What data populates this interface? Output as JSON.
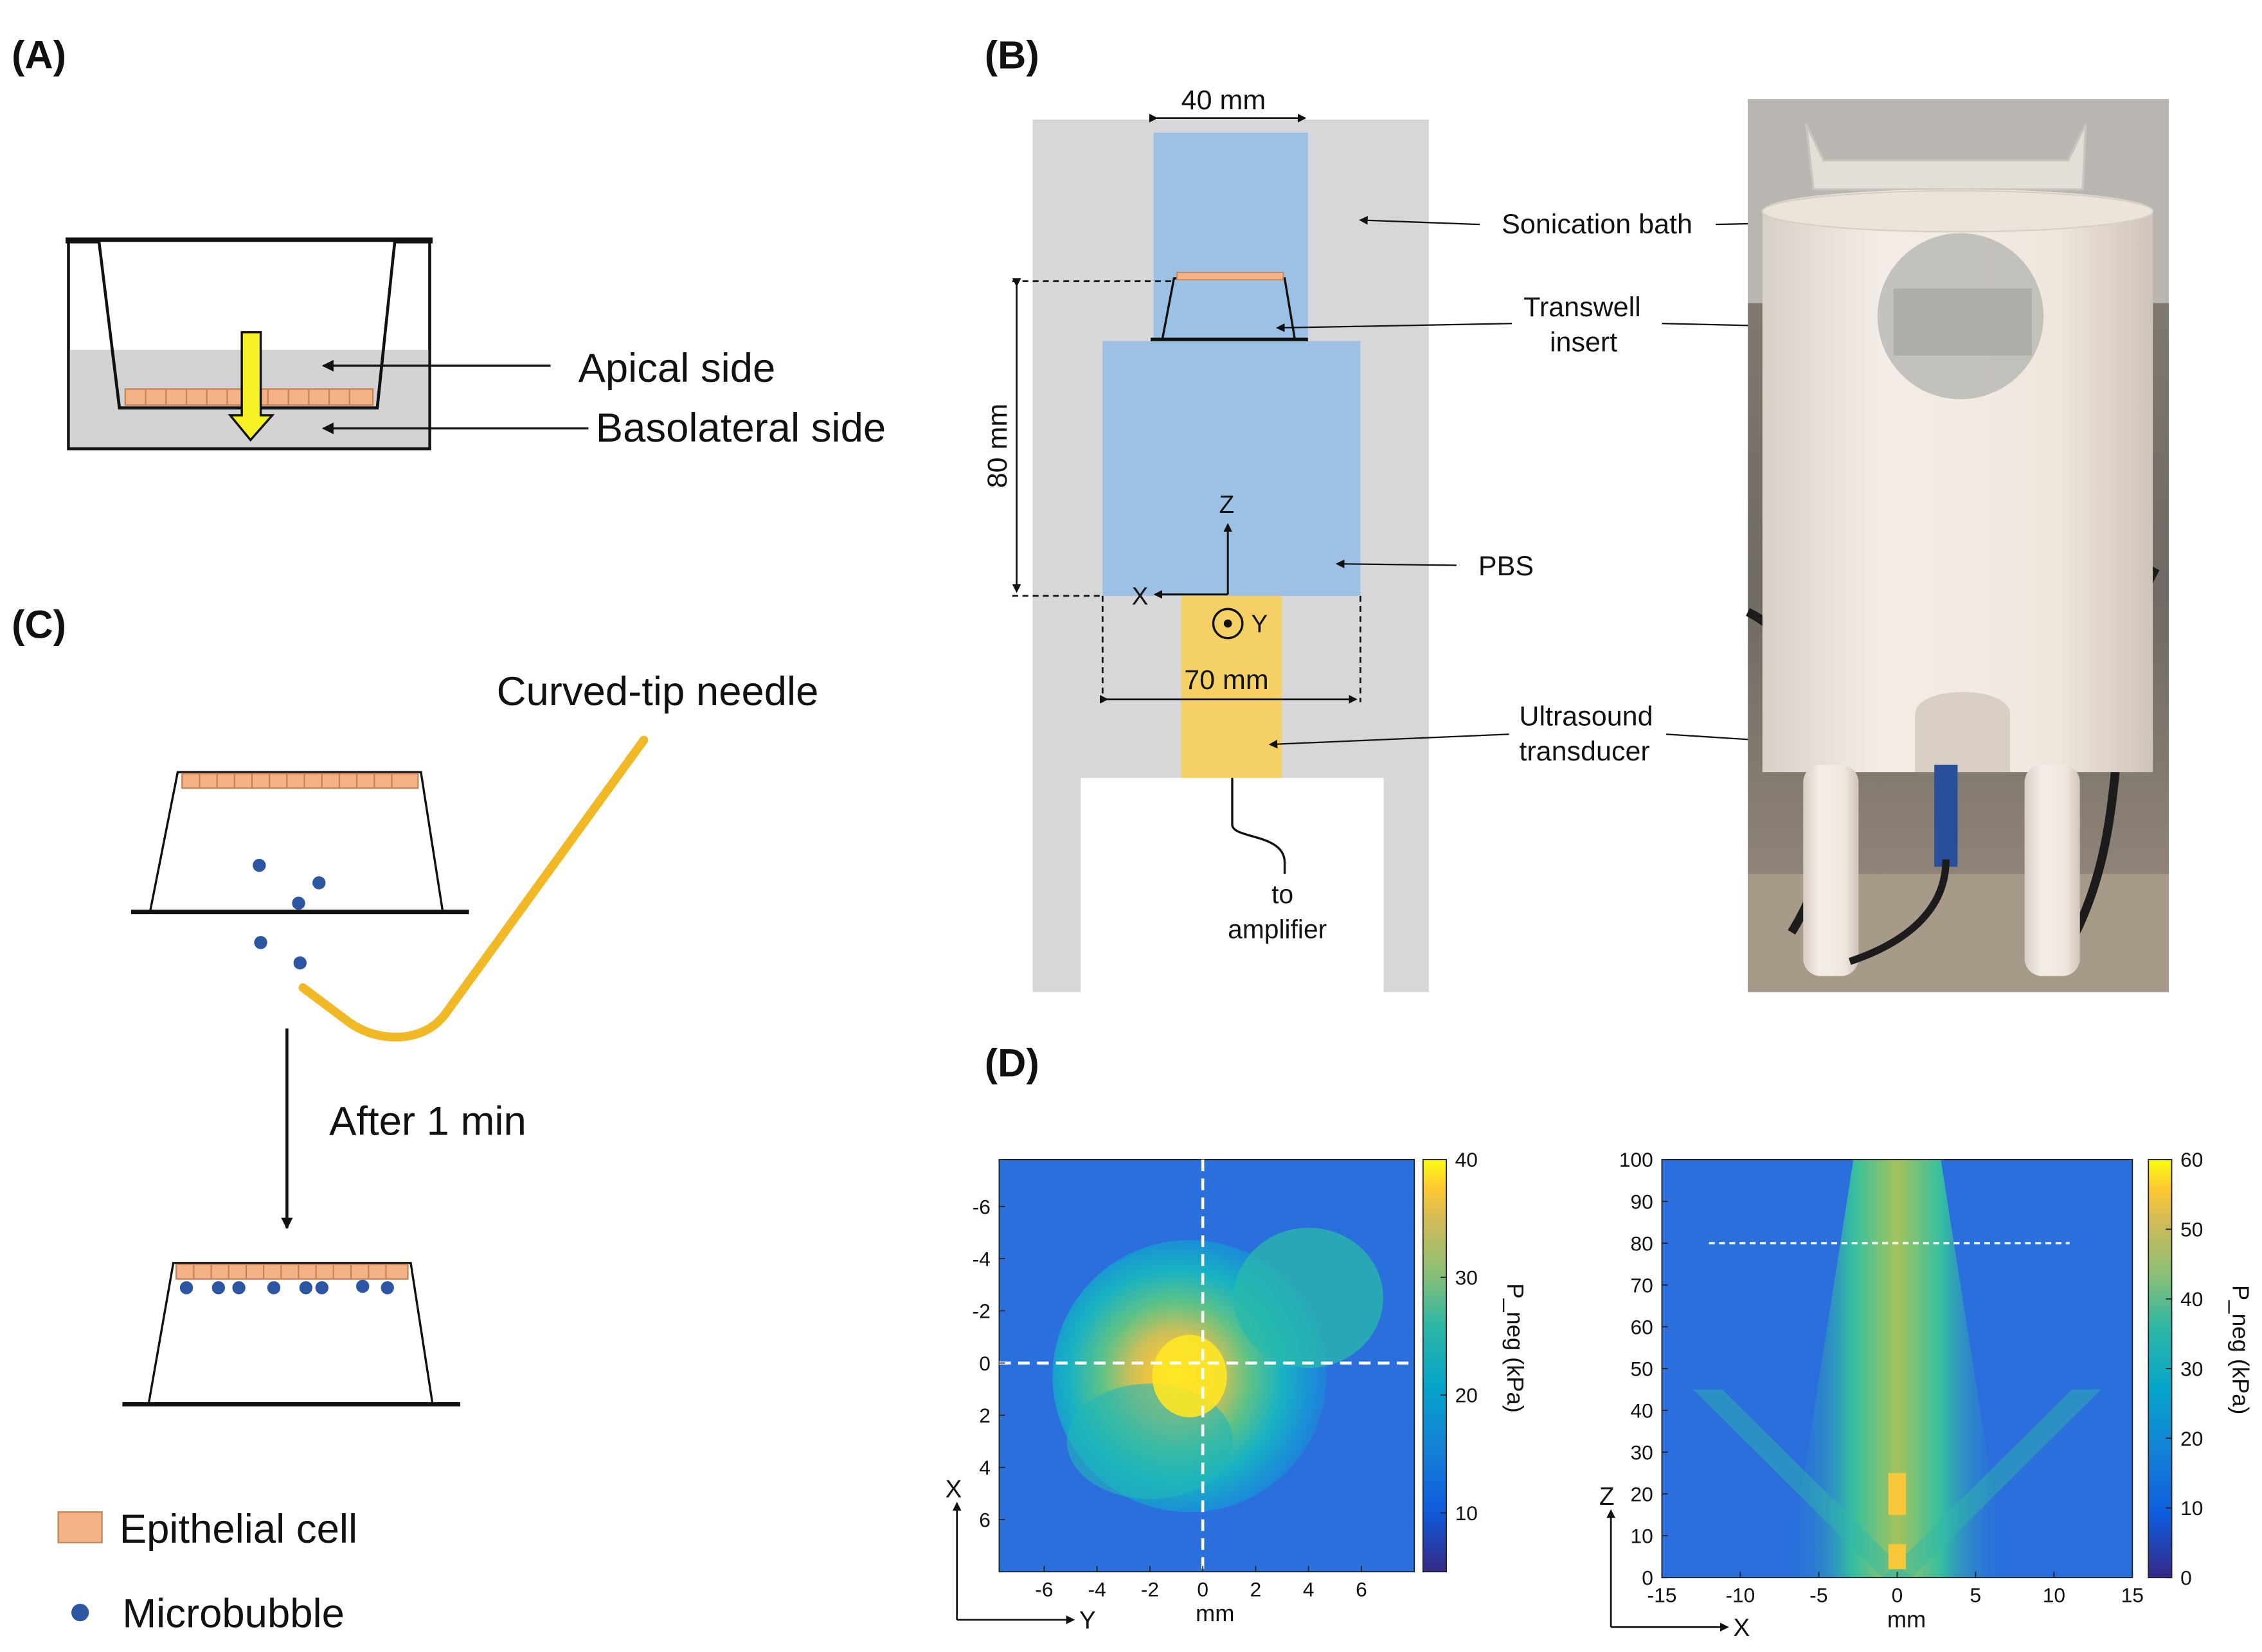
{
  "panel_a": {
    "label": "(A)",
    "apical": "Apical side",
    "basolateral": "Basolateral side"
  },
  "panel_b": {
    "label": "(B)",
    "dim_width": "40 mm",
    "dim_height": "80 mm",
    "dim_pbs_width": "70 mm",
    "axis_z": "Z",
    "axis_x": "X",
    "axis_y": "Y",
    "to": "to",
    "amplifier": "amplifier",
    "pbs": "PBS",
    "sonication_bath": "Sonication bath",
    "transwell_1": "Transwell",
    "transwell_2": "insert",
    "ultrasound_1": "Ultrasound",
    "ultrasound_2": "transducer"
  },
  "panel_c": {
    "label": "(C)",
    "needle": "Curved-tip needle",
    "after": "After 1 min"
  },
  "legend": {
    "epithelial": "Epithelial cell",
    "microbubble": "Microbubble"
  },
  "panel_d": {
    "label": "(D)"
  },
  "colors": {
    "bath_gray": "#d7d7d9",
    "water_blue": "#9cc1e4",
    "transducer_yellow": "#f5d165",
    "cell_orange": "#f4b287",
    "needle_yellow": "#f2b926",
    "bubble_blue": "#2c55a2",
    "arrow_yellow": "#f6f125",
    "well_fill_gray": "#d3d3d3"
  },
  "chart_data": [
    {
      "type": "heatmap",
      "title": "",
      "xlabel": "mm",
      "ylabel": "",
      "axis_arrows": [
        "X",
        "Y"
      ],
      "x_ticks": [
        -6,
        -4,
        -2,
        0,
        2,
        4,
        6
      ],
      "y_ticks": [
        -6,
        -4,
        -2,
        0,
        2,
        4,
        6
      ],
      "y_reversed": true,
      "xlim": [
        -7.7,
        8
      ],
      "ylim": [
        -7.8,
        8
      ],
      "colorbar": {
        "label": "P_neg (kPa)",
        "ticks": [
          10,
          20,
          30,
          40
        ],
        "range": [
          5,
          40
        ]
      },
      "peak": {
        "x": -0.5,
        "y": 0.5,
        "value": 40
      },
      "crosshair": {
        "x": 0,
        "y": 0
      },
      "colormap": "parula"
    },
    {
      "type": "heatmap",
      "title": "",
      "xlabel": "mm",
      "ylabel": "",
      "axis_arrows": [
        "Z",
        "X"
      ],
      "x_ticks": [
        -15,
        -10,
        -5,
        0,
        5,
        10,
        15
      ],
      "y_ticks": [
        0,
        10,
        20,
        30,
        40,
        50,
        60,
        70,
        80,
        90,
        100
      ],
      "xlim": [
        -15,
        15
      ],
      "ylim": [
        0,
        100
      ],
      "colorbar": {
        "label": "P_neg (kPa)",
        "ticks": [
          0,
          10,
          20,
          30,
          40,
          50,
          60
        ],
        "range": [
          0,
          60
        ]
      },
      "reference_line_z": 80,
      "colormap": "parula"
    }
  ]
}
